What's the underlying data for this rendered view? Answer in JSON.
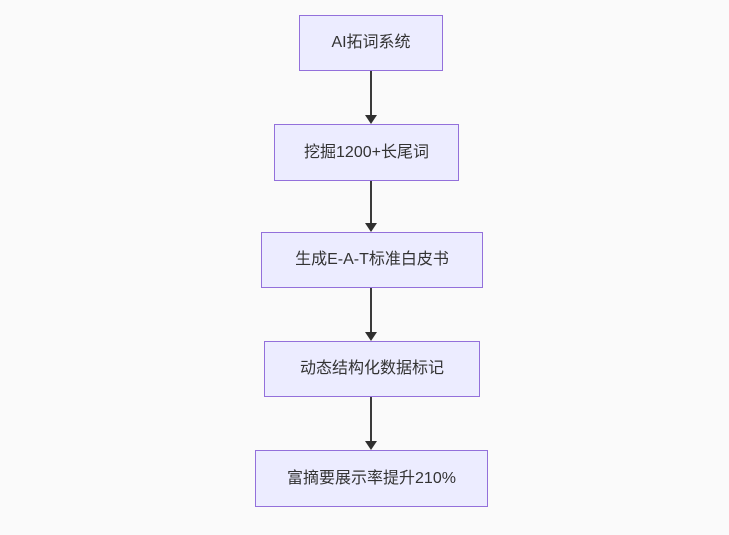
{
  "diagram": {
    "type": "flowchart-top-down",
    "colors": {
      "background": "#fafafa",
      "node_fill": "#ECECFF",
      "node_border": "#9370DB",
      "node_text": "#333333",
      "arrow": "#333333"
    },
    "nodes": [
      {
        "id": "step-1",
        "label": "AI拓词系统"
      },
      {
        "id": "step-2",
        "label": "挖掘1200+长尾词"
      },
      {
        "id": "step-3",
        "label": "生成E-A-T标准白皮书"
      },
      {
        "id": "step-4",
        "label": "动态结构化数据标记"
      },
      {
        "id": "step-5",
        "label": "富摘要展示率提升210%"
      }
    ],
    "edges": [
      {
        "from": "step-1",
        "to": "step-2"
      },
      {
        "from": "step-2",
        "to": "step-3"
      },
      {
        "from": "step-3",
        "to": "step-4"
      },
      {
        "from": "step-4",
        "to": "step-5"
      }
    ]
  }
}
